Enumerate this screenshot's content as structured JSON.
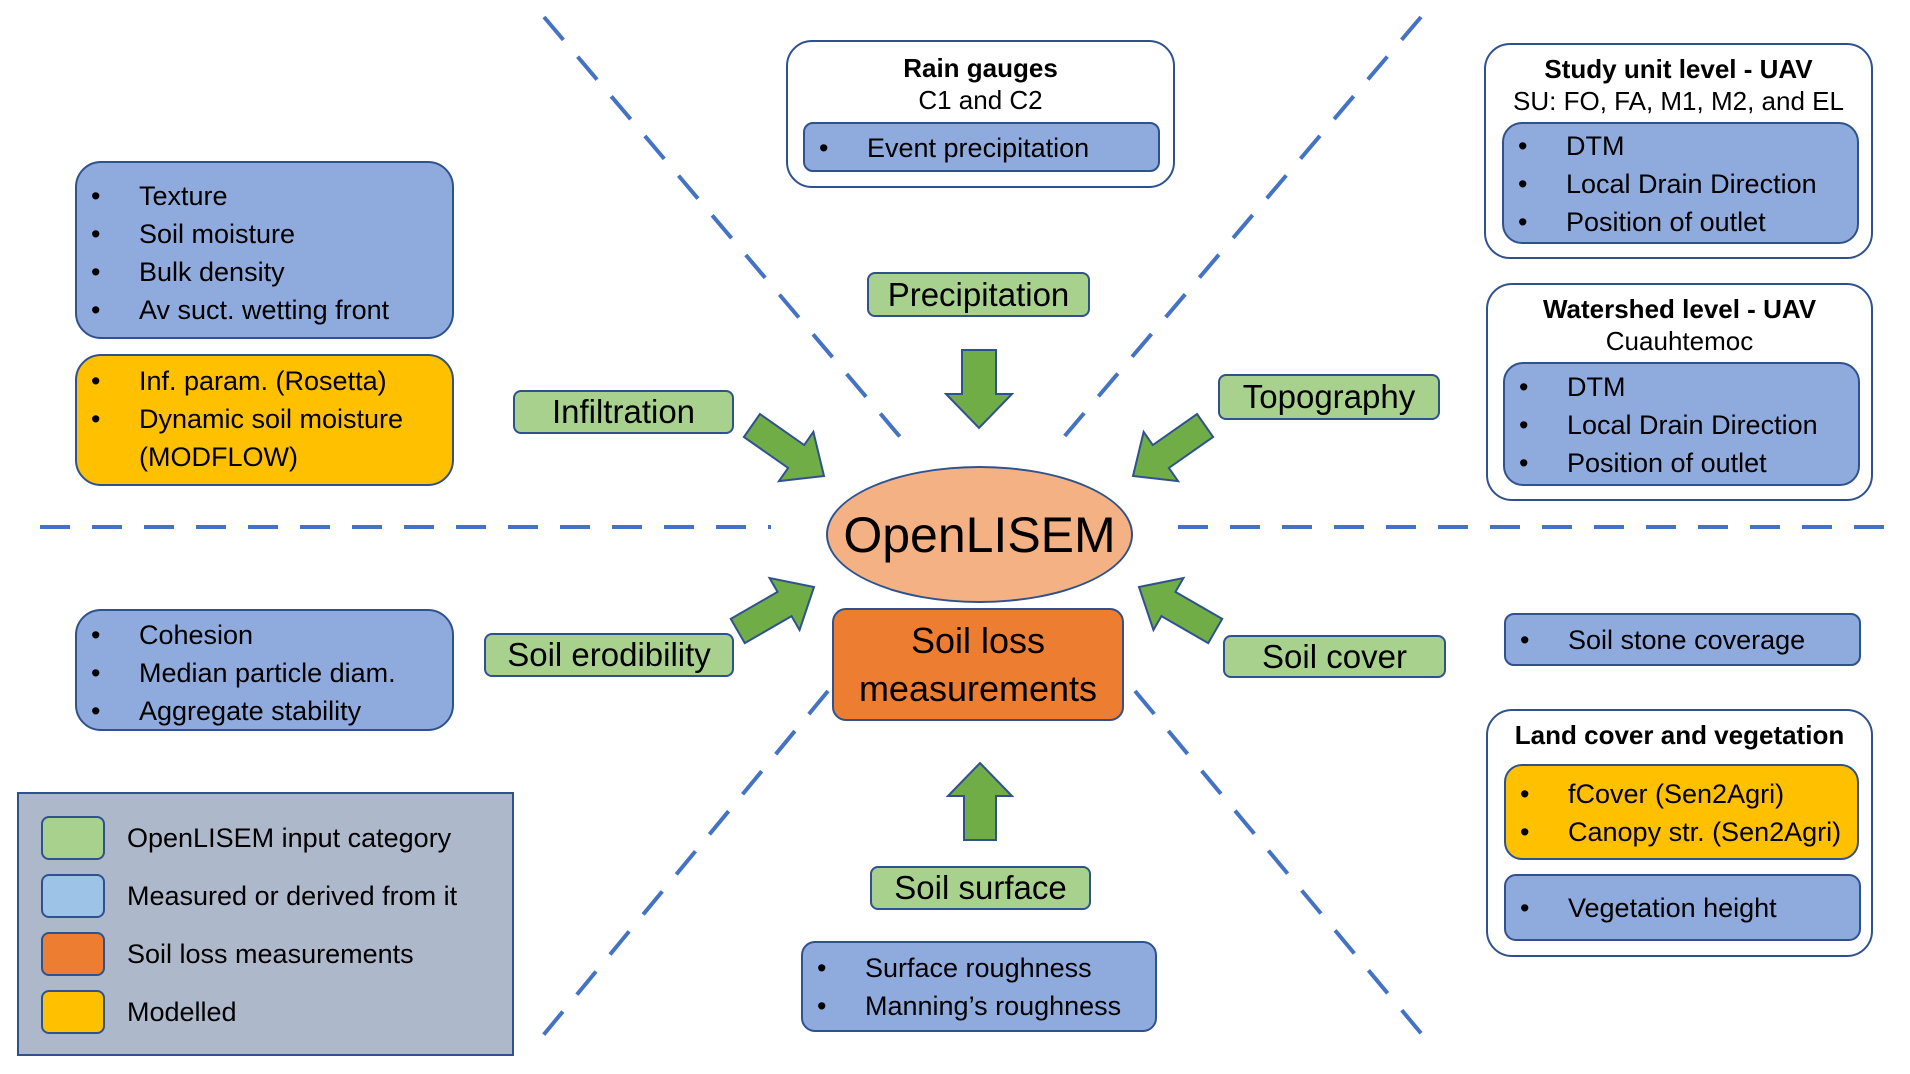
{
  "center": {
    "model": "OpenLISEM",
    "measurement_line1": "Soil loss",
    "measurement_line2": "measurements"
  },
  "categories": {
    "precipitation": "Precipitation",
    "infiltration": "Infiltration",
    "topography": "Topography",
    "soil_erodibility": "Soil erodibility",
    "soil_cover": "Soil cover",
    "soil_surface": "Soil surface"
  },
  "rain_gauges": {
    "title": "Rain gauges",
    "subtitle": "C1 and C2",
    "items": [
      "Event precipitation"
    ]
  },
  "infiltration_measured": {
    "items": [
      "Texture",
      "Soil moisture",
      "Bulk density",
      "Av suct. wetting front"
    ]
  },
  "infiltration_modelled": {
    "items": [
      "Inf. param. (Rosetta)",
      "Dynamic  soil  moisture",
      "(MODFLOW)"
    ]
  },
  "study_unit": {
    "title": "Study unit level - UAV",
    "subtitle": "SU: FO, FA, M1, M2, and EL",
    "items": [
      "DTM",
      "Local Drain Direction",
      "Position of outlet"
    ]
  },
  "watershed": {
    "title": "Watershed level - UAV",
    "subtitle": "Cuauhtemoc",
    "items": [
      "DTM",
      "Local Drain Direction",
      "Position of outlet"
    ]
  },
  "erodibility_measured": {
    "items": [
      "Cohesion",
      "Median particle diam.",
      "Aggregate stability"
    ]
  },
  "soil_stone": {
    "items": [
      "Soil stone coverage"
    ]
  },
  "land_cover": {
    "title": "Land cover and vegetation",
    "modelled_items": [
      "fCover (Sen2Agri)",
      "Canopy str. (Sen2Agri)"
    ],
    "measured_items": [
      "Vegetation height"
    ]
  },
  "soil_surface_measured": {
    "items": [
      "Surface roughness",
      "Manning’s roughness"
    ]
  },
  "legend": {
    "entries": [
      {
        "label": "OpenLISEM input category",
        "color": "#a9d18e"
      },
      {
        "label": "Measured or derived from it",
        "color": "#9dc3e6"
      },
      {
        "label": "Soil loss measurements",
        "color": "#ed7d31"
      },
      {
        "label": "Modelled",
        "color": "#ffc000"
      }
    ]
  },
  "colors": {
    "measured": "#8faadc",
    "modelled": "#ffc000",
    "category": "#a9d18e",
    "model": "#f4b183",
    "soil_loss": "#ed7d31",
    "arrow": "#70ad47",
    "outline": "#2f528f",
    "dash": "#4472c4"
  }
}
